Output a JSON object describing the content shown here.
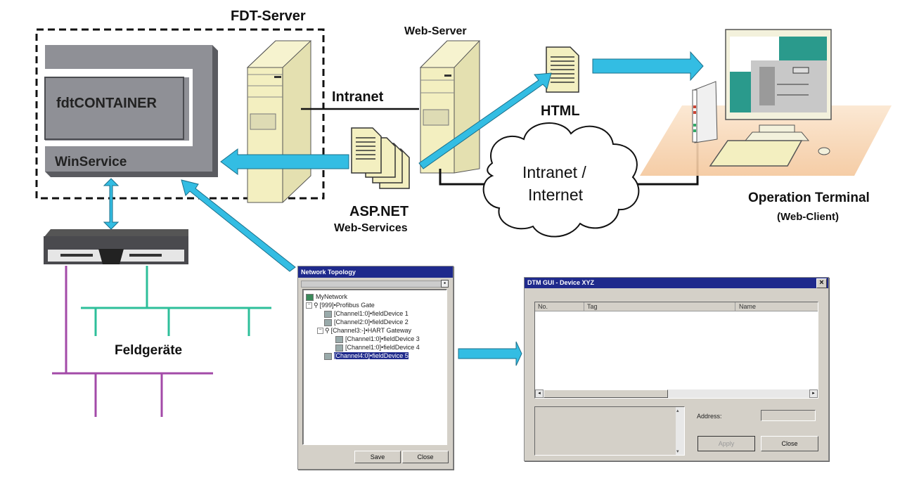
{
  "diagram": {
    "fdt_server_label": "FDT-Server",
    "web_server_label": "Web-Server",
    "fdt_container_label": "fdtCONTAINER",
    "winservice_label": "WinService",
    "intranet_label": "Intranet",
    "html_label": "HTML",
    "aspnet_label": "ASP.NET",
    "webservices_label": "Web-Services",
    "cloud_line1": "Intranet /",
    "cloud_line2": "Internet",
    "terminal_label": "Operation Terminal",
    "terminal_sublabel": "(Web-Client)",
    "field_devices_label": "Feldgeräte",
    "colors": {
      "arrow": "#33bde3",
      "server": "#f3efc0",
      "container": "#8f9096",
      "bus_green": "#2dbf9a",
      "bus_purple": "#a34aa8",
      "title_bar": "#1f2a8c"
    }
  },
  "network_topology": {
    "title": "Network Topology",
    "items": [
      {
        "label": "MyNetwork",
        "level": 0,
        "toggle": ""
      },
      {
        "label": "[999]•Profibus Gate",
        "level": 0,
        "toggle": "−"
      },
      {
        "label": "[Channel1:0]•fieldDevice 1",
        "level": 1,
        "toggle": ""
      },
      {
        "label": "[Channel2:0]•fieldDevice 2",
        "level": 1,
        "toggle": ""
      },
      {
        "label": "[Channel3:-]•HART Gateway",
        "level": 1,
        "toggle": "−"
      },
      {
        "label": "[Channel1:0]•fieldDevice 3",
        "level": 2,
        "toggle": ""
      },
      {
        "label": "[Channel1:0]•fieldDevice 4",
        "level": 2,
        "toggle": ""
      },
      {
        "label": "[Channel4:0]•fieldDevice 5",
        "level": 1,
        "toggle": "",
        "selected": true
      }
    ],
    "save_label": "Save",
    "close_label": "Close"
  },
  "dtm_gui": {
    "title": "DTM GUI - Device XYZ",
    "close_glyph": "×",
    "columns": [
      "No.",
      "Tag",
      "Name"
    ],
    "address_label": "Address:",
    "address_value": "",
    "apply_label": "Apply",
    "close_label": "Close"
  }
}
